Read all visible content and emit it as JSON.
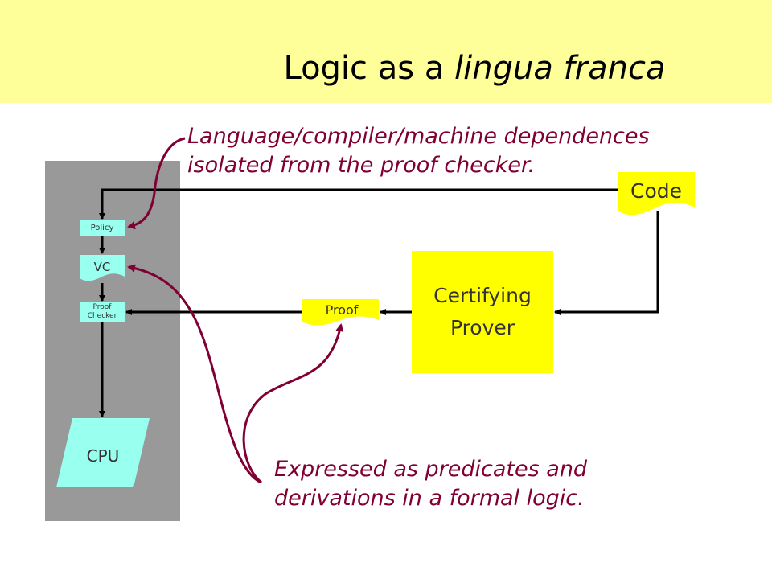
{
  "title": {
    "prefix": "Logic as a ",
    "italic": "lingua franca"
  },
  "note_top": {
    "line1": "Language/compiler/machine dependences",
    "line2": "isolated from the proof checker."
  },
  "note_bottom": {
    "line1": "Expressed as predicates and",
    "line2": "derivations in a formal logic."
  },
  "nodes": {
    "policy": "Policy",
    "vc": "VC",
    "proof_checker": "Proof Checker",
    "cpu": "CPU",
    "code": "Code",
    "prover": "Certifying Prover",
    "proof": "Proof"
  },
  "colors": {
    "header": "#ffff99",
    "host": "#999999",
    "cyan": "#99ffee",
    "yellow": "#ffff00",
    "annotation": "#800033"
  }
}
